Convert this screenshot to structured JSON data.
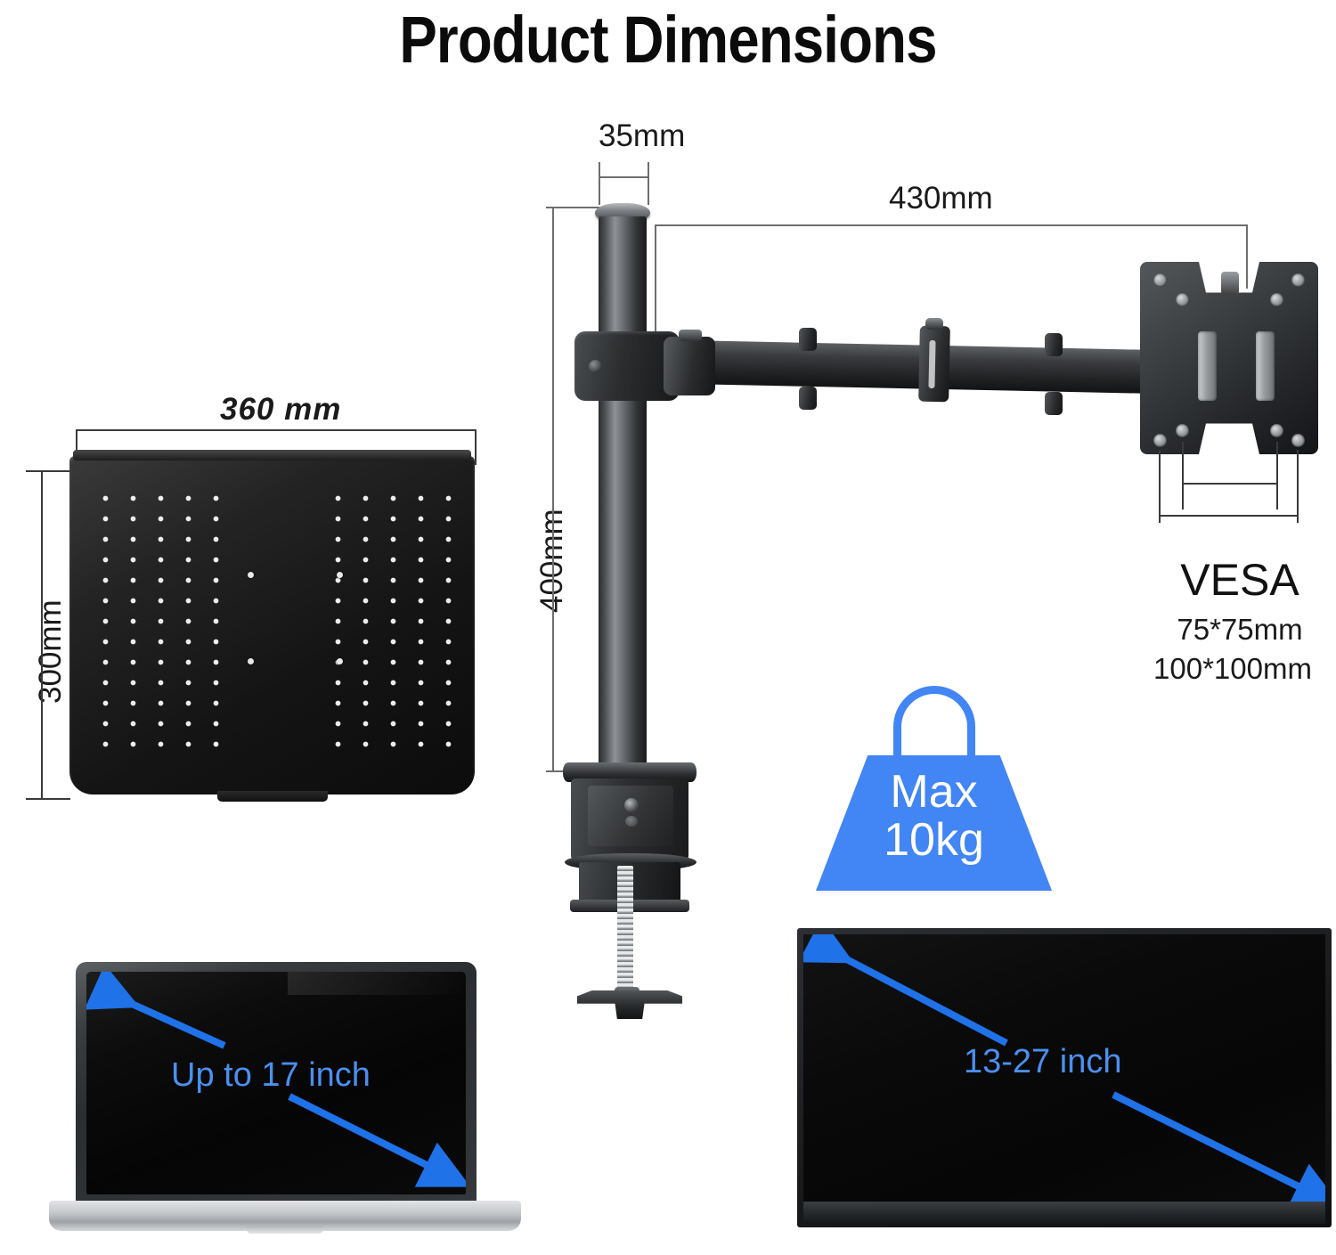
{
  "page": {
    "title": "Product Dimensions",
    "background_color": "#ffffff",
    "accent_blue": "#4285F4",
    "screen_label_blue": "#4a90f0"
  },
  "dimensions": {
    "pole_diameter": "35mm",
    "arm_length": "430mm",
    "pole_height": "400mm",
    "tray_width": "360 mm",
    "tray_depth": "300mm"
  },
  "vesa": {
    "title": "VESA",
    "pattern_small": "75*75mm",
    "pattern_large": "100*100mm"
  },
  "weight": {
    "line1": "Max",
    "line2": "10kg"
  },
  "compatibility": {
    "laptop_label": "Up to 17 inch",
    "monitor_label": "13-27 inch"
  }
}
